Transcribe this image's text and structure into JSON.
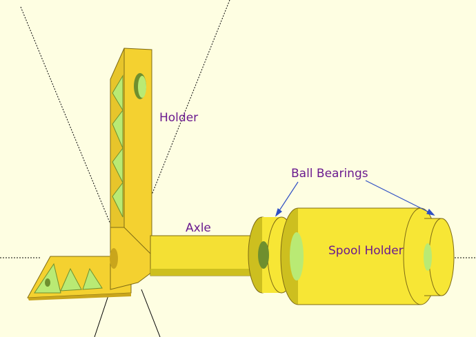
{
  "labels": {
    "holder": "Holder",
    "axle": "Axle",
    "ball_bearings": "Ball Bearings",
    "spool_holder": "Spool Holder"
  },
  "colors": {
    "background": "#fefee2",
    "part_yellow": "#f4d130",
    "part_shadow": "#c9a51c",
    "bearing_yellow": "#f7e635",
    "bearing_shadow": "#cdbf1f",
    "cutout_green": "#b9ea74",
    "cutout_dark": "#6f8f2e",
    "label_purple": "#6a1a8f",
    "arrow_blue": "#2f4fc4"
  }
}
